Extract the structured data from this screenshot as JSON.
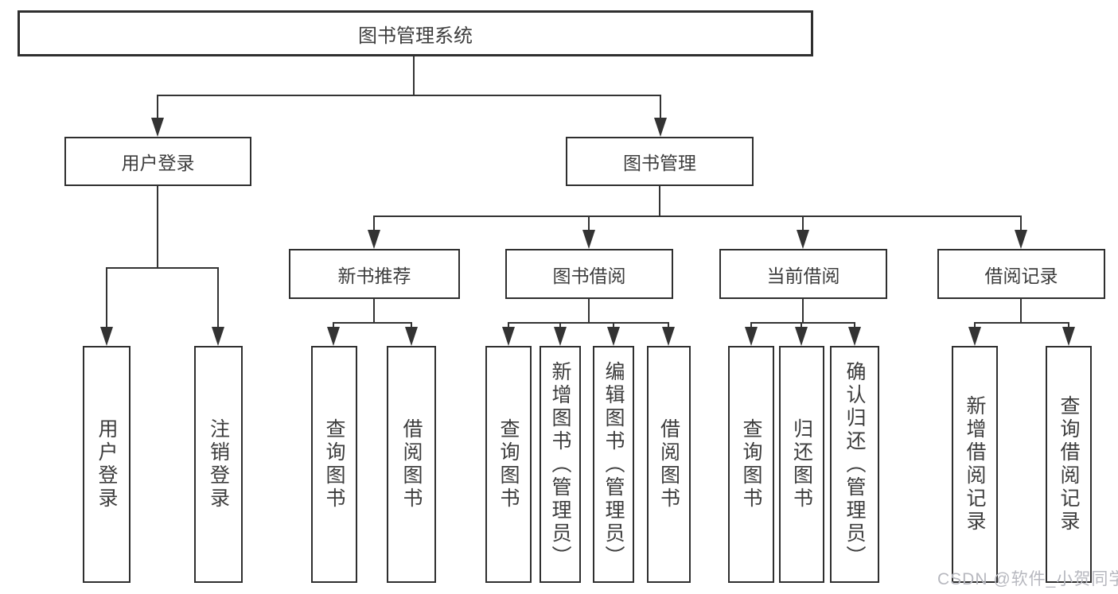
{
  "nodes": {
    "root": "图书管理系统",
    "l2": [
      {
        "label": "用户登录"
      },
      {
        "label": "图书管理"
      }
    ],
    "l3": [
      {
        "label": "新书推荐"
      },
      {
        "label": "图书借阅"
      },
      {
        "label": "当前借阅"
      },
      {
        "label": "借阅记录"
      }
    ],
    "leaves_user_login": [
      {
        "label": "用户登录"
      },
      {
        "label": "注销登录"
      }
    ],
    "leaves_new_book": [
      {
        "label": "查询图书"
      },
      {
        "label": "借阅图书"
      }
    ],
    "leaves_book_borrow": [
      {
        "label": "查询图书"
      },
      {
        "label": "新增图书（管理员）"
      },
      {
        "label": "编辑图书（管理员）"
      },
      {
        "label": "借阅图书"
      }
    ],
    "leaves_current_borrow": [
      {
        "label": "查询图书"
      },
      {
        "label": "归还图书"
      },
      {
        "label": "确认归还（管理员）"
      }
    ],
    "leaves_borrow_records": [
      {
        "label": "新增借阅记录"
      },
      {
        "label": "查询借阅记录"
      }
    ]
  },
  "watermark": "CSDN @软件_小贺同学",
  "colors": {
    "line": "#333333",
    "box_border": "#2f2f2f",
    "text": "#3d3d3d",
    "watermark": "#b7b8bf",
    "background": "#ffffff"
  }
}
